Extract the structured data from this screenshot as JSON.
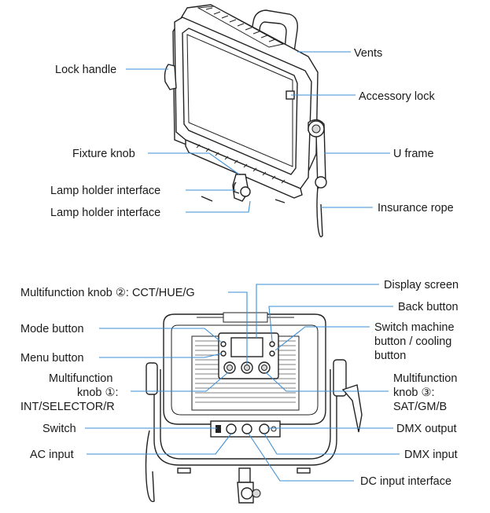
{
  "top_figure": {
    "labels": {
      "lock_handle": "Lock handle",
      "vents": "Vents",
      "accessory_lock": "Accessory lock",
      "fixture_knob": "Fixture knob",
      "u_frame": "U frame",
      "lamp_holder_interface_1": "Lamp holder interface",
      "lamp_holder_interface_2": "Lamp holder interface",
      "insurance_rope": "Insurance rope"
    }
  },
  "bottom_figure": {
    "labels": {
      "multifunction_knob_2": "Multifunction knob ②: CCT/HUE/G",
      "display_screen": "Display screen",
      "back_button": "Back button",
      "mode_button": "Mode button",
      "switch_machine_1": "Switch machine",
      "switch_machine_2": "button / cooling",
      "switch_machine_3": "button",
      "menu_button": "Menu button",
      "knob1_line1": "Multifunction",
      "knob1_line2": "knob ①:",
      "knob1_line3": "INT/SELECTOR/R",
      "knob3_line1": "Multifunction",
      "knob3_line2": "knob ③:",
      "knob3_line3": "SAT/GM/B",
      "switch": "Switch",
      "dmx_output": "DMX output",
      "ac_input": "AC input",
      "dmx_input": "DMX input",
      "dc_input_interface": "DC input interface"
    }
  },
  "colors": {
    "leader_line": "#3b8fd6",
    "drawing_line": "#222222"
  }
}
